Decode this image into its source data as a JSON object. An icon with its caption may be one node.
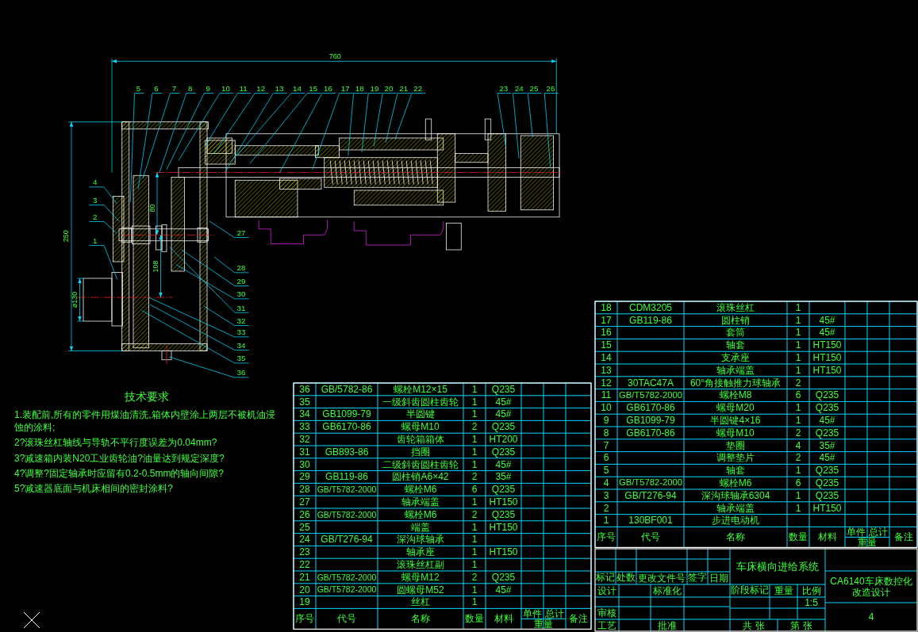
{
  "diagram": {
    "nodes": [
      {
        "text": [
          "1"
        ]
      },
      {
        "text": [
          "2"
        ]
      },
      {
        "text": [
          "3"
        ]
      },
      {
        "text": [
          "4"
        ]
      },
      {
        "text": [
          "5"
        ]
      },
      {
        "text": [
          "6"
        ]
      },
      {
        "text": [
          "7"
        ]
      },
      {
        "text": [
          "8"
        ]
      },
      {
        "text": [
          "9"
        ]
      },
      {
        "text": [
          "10"
        ]
      },
      {
        "text": [
          "11"
        ]
      },
      {
        "text": [
          "12"
        ]
      },
      {
        "text": [
          "13"
        ]
      },
      {
        "text": [
          "14"
        ]
      },
      {
        "text": [
          "15"
        ]
      },
      {
        "text": [
          "16"
        ]
      },
      {
        "text": [
          "17"
        ]
      },
      {
        "text": [
          "18"
        ]
      },
      {
        "text": [
          "19"
        ]
      },
      {
        "text": [
          "20"
        ]
      },
      {
        "text": [
          "21"
        ]
      },
      {
        "text": [
          "22"
        ]
      },
      {
        "text": [
          "23"
        ]
      },
      {
        "text": [
          "24"
        ]
      },
      {
        "text": [
          "25"
        ]
      },
      {
        "text": [
          "26"
        ]
      },
      {
        "text": [
          "27"
        ]
      },
      {
        "text": [
          "28"
        ]
      },
      {
        "text": [
          "29"
        ]
      },
      {
        "text": [
          "30"
        ]
      },
      {
        "text": [
          "31"
        ]
      },
      {
        "text": [
          "32"
        ]
      },
      {
        "text": [
          "33"
        ]
      },
      {
        "text": [
          "34"
        ]
      },
      {
        "text": [
          "35"
        ]
      },
      {
        "text": [
          "36"
        ]
      }
    ],
    "edges": [
      {
        "from": 0,
        "to": null,
        "arrow": "none"
      },
      {
        "from": 1,
        "to": null,
        "arrow": "none"
      },
      {
        "from": 2,
        "to": null,
        "arrow": "none"
      },
      {
        "from": 3,
        "to": null,
        "arrow": "none"
      },
      {
        "from": 4,
        "to": null,
        "arrow": "none"
      },
      {
        "from": 5,
        "to": null,
        "arrow": "none"
      },
      {
        "from": 6,
        "to": null,
        "arrow": "none"
      },
      {
        "from": 7,
        "to": null,
        "arrow": "none"
      },
      {
        "from": 8,
        "to": null,
        "arrow": "none"
      },
      {
        "from": 9,
        "to": null,
        "arrow": "none"
      },
      {
        "from": 10,
        "to": null,
        "arrow": "none"
      },
      {
        "from": 11,
        "to": null,
        "arrow": "none"
      },
      {
        "from": 12,
        "to": null,
        "arrow": "none"
      },
      {
        "from": 13,
        "to": null,
        "arrow": "none"
      },
      {
        "from": 14,
        "to": null,
        "arrow": "none"
      },
      {
        "from": 15,
        "to": null,
        "arrow": "none"
      },
      {
        "from": 16,
        "to": null,
        "arrow": "none"
      },
      {
        "from": 17,
        "to": null,
        "arrow": "none"
      },
      {
        "from": 18,
        "to": null,
        "arrow": "none"
      },
      {
        "from": 19,
        "to": null,
        "arrow": "none"
      },
      {
        "from": 20,
        "to": null,
        "arrow": "none"
      },
      {
        "from": 21,
        "to": null,
        "arrow": "none"
      },
      {
        "from": 22,
        "to": null,
        "arrow": "none"
      },
      {
        "from": 23,
        "to": null,
        "arrow": "none"
      },
      {
        "from": 24,
        "to": null,
        "arrow": "none"
      },
      {
        "from": 25,
        "to": null,
        "arrow": "none"
      },
      {
        "from": 26,
        "to": null,
        "arrow": "none"
      },
      {
        "from": 27,
        "to": null,
        "arrow": "none"
      },
      {
        "from": 28,
        "to": null,
        "arrow": "none"
      },
      {
        "from": 29,
        "to": null,
        "arrow": "none"
      },
      {
        "from": 30,
        "to": null,
        "arrow": "none"
      },
      {
        "from": 31,
        "to": null,
        "arrow": "none"
      },
      {
        "from": 32,
        "to": null,
        "arrow": "none"
      },
      {
        "from": 33,
        "to": null,
        "arrow": "none"
      },
      {
        "from": 34,
        "to": null,
        "arrow": "none"
      },
      {
        "from": 35,
        "to": null,
        "arrow": "none"
      }
    ],
    "labels": [
      "760",
      "250",
      "80",
      "108",
      "ø130",
      "技术要求",
      "1.装配前,所有的零件用煤油清洗,箱体内壁涂上两层不被机油浸蚀的涂料;",
      "2?滚珠丝杠轴线与导轨不平行度误差为0.04mm?",
      "3?减速箱内装N20工业齿轮油?油量达到规定深度?",
      "4?调整?固定轴承时应留有0.2-0.5mm的轴向间隙?",
      "5?减速器底面与机床相间的密封涂料?",
      "36",
      "GB/5782-86",
      "螺栓M12×15",
      "1",
      "Q235",
      "35",
      "一级斜齿圆柱齿轮",
      "1",
      "45#",
      "34",
      "GB1099-79",
      "半圆键",
      "1",
      "45#",
      "33",
      "GB6170-86",
      "螺母M10",
      "2",
      "Q235",
      "32",
      "齿轮箱箱体",
      "1",
      "HT200",
      "31",
      "GB893-86",
      "挡圈",
      "1",
      "Q235",
      "30",
      "二级斜齿圆柱齿轮",
      "1",
      "45#",
      "29",
      "GB119-86",
      "圆柱销A6×42",
      "2",
      "35#",
      "28",
      "GB/T5782-2000",
      "螺栓M6",
      "6",
      "Q235",
      "27",
      "轴承端盖",
      "1",
      "HT150",
      "26",
      "GB/T5782-2000",
      "螺栓M6",
      "2",
      "Q235",
      "25",
      "端盖",
      "1",
      "HT150",
      "24",
      "GB/T276-94",
      "深沟球轴承",
      "1",
      "23",
      "轴承座",
      "1",
      "HT150",
      "22",
      "滚珠丝杠副",
      "1",
      "21",
      "GB/T5782-2000",
      "螺母M12",
      "2",
      "Q235",
      "20",
      "GB/T5782-2000",
      "圆螺母M52",
      "1",
      "45#",
      "19",
      "丝杠",
      "1",
      "序号",
      "代号",
      "名称",
      "数量",
      "材料",
      "单件",
      "总计",
      "重量",
      "备注",
      "18",
      "CDM3205",
      "滚珠丝杠",
      "1",
      "17",
      "GB119-86",
      "圆柱销",
      "1",
      "45#",
      "16",
      "套筒",
      "1",
      "45#",
      "15",
      "轴套",
      "1",
      "HT150",
      "14",
      "支承座",
      "1",
      "HT150",
      "13",
      "轴承端盖",
      "1",
      "HT150",
      "12",
      "30TAC47A",
      "60°角接触推力球轴承",
      "2",
      "11",
      "GB/T5782-2000",
      "螺栓M8",
      "6",
      "Q235",
      "10",
      "GB6170-86",
      "螺母M20",
      "1",
      "Q235",
      "9",
      "GB1099-79",
      "半圆键4×16",
      "1",
      "45#",
      "8",
      "GB6170-86",
      "螺母M10",
      "2",
      "Q235",
      "7",
      "垫圈",
      "4",
      "35#",
      "6",
      "调整垫片",
      "2",
      "45#",
      "5",
      "轴套",
      "1",
      "Q235",
      "4",
      "GB/T5782-2000",
      "螺栓M6",
      "6",
      "Q235",
      "3",
      "GB/T276-94",
      "深沟球轴承6304",
      "1",
      "Q235",
      "2",
      "轴承端盖",
      "1",
      "HT150",
      "1",
      "130BF001",
      "步进电动机",
      "序号",
      "代号",
      "名称",
      "数量",
      "材料",
      "单件",
      "总计",
      "重量",
      "备注",
      "车床横向进给系统",
      "CA6140车床数控化改造设计",
      "标记",
      "处数",
      "更改文件号",
      "签字",
      "日期",
      "设计",
      "标准化",
      "阶段标记",
      "重量",
      "比例",
      "审核",
      "1:5",
      "4",
      "工艺",
      "批准",
      "共 张",
      "第 张"
    ]
  }
}
